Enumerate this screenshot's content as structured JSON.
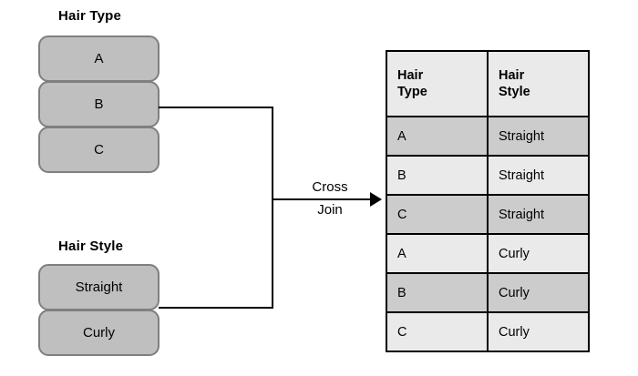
{
  "diagram": {
    "left_groups": [
      {
        "title": "Hair Type",
        "items": [
          {
            "label": "A"
          },
          {
            "label": "B"
          },
          {
            "label": "C"
          }
        ]
      },
      {
        "title": "Hair Style",
        "items": [
          {
            "label": "Straight"
          },
          {
            "label": "Curly"
          }
        ]
      }
    ],
    "operation": {
      "label_line1": "Cross",
      "label_line2": "Join",
      "arrow_icon": "arrow-right-icon"
    },
    "result_table": {
      "headers": [
        {
          "line1": "Hair",
          "line2": "Type"
        },
        {
          "line1": "Hair",
          "line2": "Style"
        }
      ],
      "rows": [
        {
          "hair_type": "A",
          "hair_style": "Straight",
          "shade": "dark"
        },
        {
          "hair_type": "B",
          "hair_style": "Straight",
          "shade": "light"
        },
        {
          "hair_type": "C",
          "hair_style": "Straight",
          "shade": "dark"
        },
        {
          "hair_type": "A",
          "hair_style": "Curly",
          "shade": "light"
        },
        {
          "hair_type": "B",
          "hair_style": "Curly",
          "shade": "dark"
        },
        {
          "hair_type": "C",
          "hair_style": "Curly",
          "shade": "light"
        }
      ]
    },
    "colors": {
      "box_fill": "#BFBFBF",
      "box_border": "#7F7F7F",
      "row_dark": "#CCCCCC",
      "row_light": "#EAEAEA",
      "line": "#000000",
      "background": "#FFFFFF"
    }
  }
}
